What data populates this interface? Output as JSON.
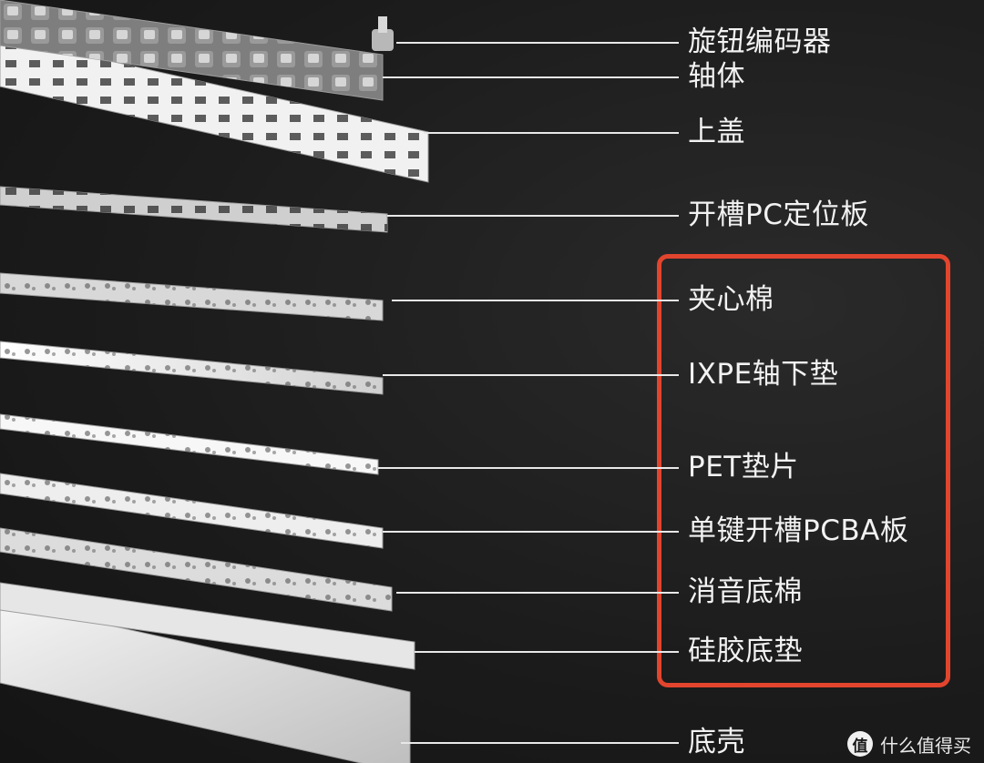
{
  "labels": [
    "旋钮编码器",
    "轴体",
    "上盖",
    "开槽PC定位板",
    "夹心棉",
    "IXPE轴下垫",
    "PET垫片",
    "单键开槽PCBA板",
    "消音底棉",
    "硅胶底垫",
    "底壳"
  ],
  "watermark": {
    "icon": "值",
    "text": "什么值得买"
  },
  "colors": {
    "background": "#1b1b1b",
    "text": "#f2f2f2",
    "highlight": "#e2452e"
  }
}
